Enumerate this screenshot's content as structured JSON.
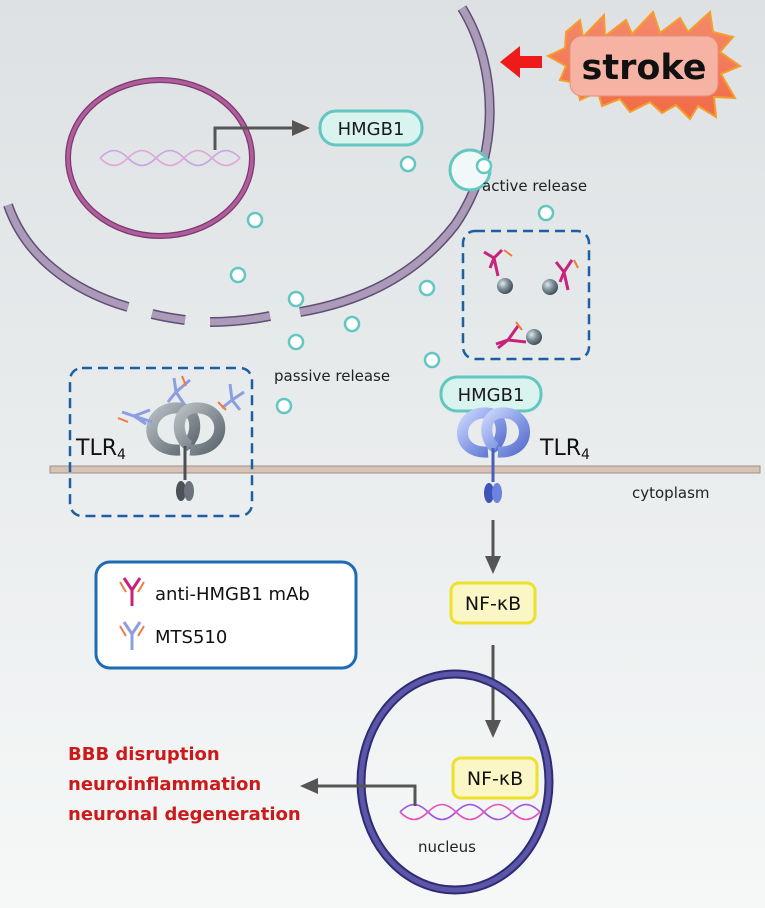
{
  "colors": {
    "background_top": "#dfe3e5",
    "background_bottom": "#f5f7f7",
    "cell_membrane": "#9b8aa9",
    "cell_membrane_edge": "#5f4f76",
    "nucleus_ring": "#a0548f",
    "hmgb1_fill": "#d9f3ef",
    "hmgb1_stroke": "#62c6c1",
    "antibody_mab": "#c7237a",
    "antibody_mts510": "#8b9ee0",
    "tlr4_grey": "#8d979d",
    "tlr4_blue": "#7f95e4",
    "plasma_membrane": "#d5c3b7",
    "nfkb_fill": "#fbf6c5",
    "nfkb_stroke": "#efe12b",
    "nucleus2_ring": "#4e4a97",
    "outcome_red": "#cc1a1a",
    "stroke_badge": "#f7b19f",
    "arrow_red": "#ef1a1a",
    "dash_blue": "#1d5f9f"
  },
  "labels": {
    "stroke": "stroke",
    "hmgb1_top": "HMGB1",
    "hmgb1_bound": "HMGB1",
    "active_release": "active release",
    "passive_release": "passive release",
    "tlr4_left_main": "TLR",
    "tlr4_left_sub": "4",
    "tlr4_right_main": "TLR",
    "tlr4_right_sub": "4",
    "cytoplasm": "cytoplasm",
    "nfkb_top": "NF-κB",
    "nfkb_nucleus": "NF-κB",
    "nucleus": "nucleus"
  },
  "legend": {
    "items": [
      {
        "label": "anti-HMGB1 mAb",
        "icon": "antibody-magenta-icon"
      },
      {
        "label": "MTS510",
        "icon": "antibody-lavender-icon"
      }
    ]
  },
  "outcomes": [
    "BBB disruption",
    "neuroinflammation",
    "neuronal degeneration"
  ]
}
